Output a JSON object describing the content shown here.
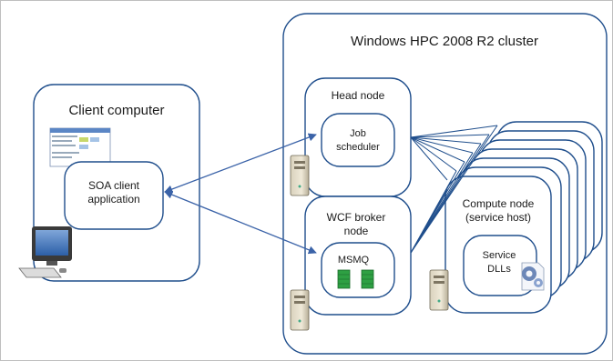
{
  "cluster": {
    "title": "Windows HPC 2008 R2 cluster"
  },
  "client": {
    "title": "Client computer",
    "app_line1": "SOA client",
    "app_line2": "application"
  },
  "head_node": {
    "title": "Head node",
    "scheduler_line1": "Job",
    "scheduler_line2": "scheduler"
  },
  "broker_node": {
    "title_line1": "WCF broker",
    "title_line2": "node",
    "queue_label": "MSMQ"
  },
  "compute_node": {
    "title_line1": "Compute node",
    "title_line2": "(service host)",
    "dll_line1": "Service",
    "dll_line2": "DLLs"
  },
  "colors": {
    "outline": "#1f4e8c",
    "arrow": "#3b63a8",
    "msmq_green": "#2ea043"
  },
  "icons": [
    "spreadsheet-icon",
    "desktop-computer-icon",
    "server-tower-icon",
    "gear-document-icon"
  ]
}
